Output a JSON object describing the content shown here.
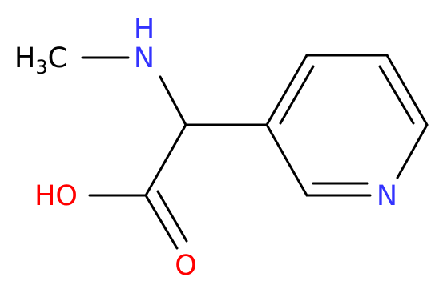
{
  "atoms": {
    "methyl": {
      "main": "H",
      "sub": "3",
      "tail": "C"
    },
    "amine_n": {
      "text": "N"
    },
    "amine_h": {
      "text": "H"
    },
    "hydroxyl": {
      "text": "HO"
    },
    "carbonyl_o": {
      "text": "O"
    },
    "pyridine_n": {
      "text": "N"
    }
  },
  "colors": {
    "bond": "#000000",
    "carbon_label": "#000000",
    "nitrogen": "#3333ff",
    "oxygen": "#ff0000"
  }
}
